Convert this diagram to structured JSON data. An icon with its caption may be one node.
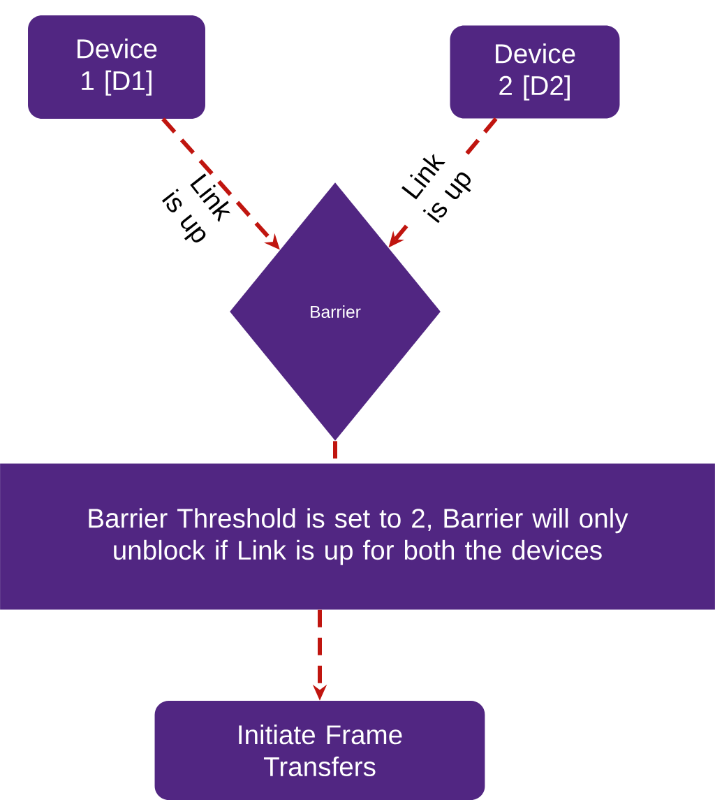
{
  "diagram": {
    "nodes": [
      {
        "text": [
          "Device 1 [D1]"
        ]
      },
      {
        "text": [
          "Device 2 [D2]"
        ]
      },
      {
        "text": [
          "Barrier"
        ]
      },
      {
        "text": [
          "Barrier Threshold is set to 2, Barrier will only unblock if Link is up for both the devices"
        ]
      },
      {
        "text": [
          "Initiate Frame Transfers"
        ]
      }
    ],
    "edges": [
      {
        "from": 0,
        "to": 2,
        "arrow": "to",
        "label": "Link is up",
        "style": "dashed"
      },
      {
        "from": 1,
        "to": 2,
        "arrow": "to",
        "label": "Link is up",
        "style": "dashed"
      },
      {
        "from": 2,
        "to": 3,
        "arrow": "none",
        "style": "dashed"
      },
      {
        "from": 3,
        "to": 4,
        "arrow": "to",
        "style": "dashed"
      }
    ]
  }
}
